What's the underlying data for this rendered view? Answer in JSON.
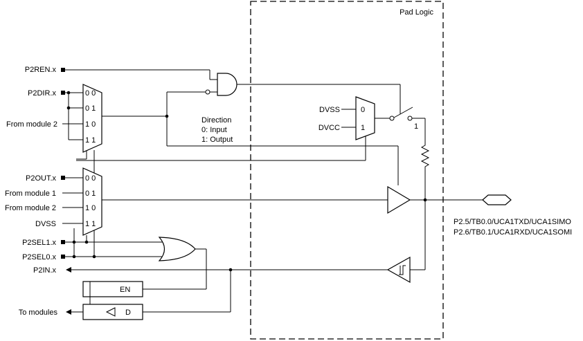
{
  "pad": {
    "title": "Pad Logic"
  },
  "signals": {
    "p2ren": "P2REN.x",
    "p2dir": "P2DIR.x",
    "from_module_2_dir": "From module 2",
    "p2out": "P2OUT.x",
    "from_module_1": "From module 1",
    "from_module_2_out": "From module 2",
    "dvss_out": "DVSS",
    "p2sel1": "P2SEL1.x",
    "p2sel0": "P2SEL0.x",
    "p2in": "P2IN.x",
    "to_modules": "To modules"
  },
  "mux_dir": {
    "inputs": [
      "0 0",
      "0 1",
      "1 0",
      "1 1"
    ]
  },
  "mux_out": {
    "inputs": [
      "0 0",
      "0 1",
      "1 0",
      "1 1"
    ]
  },
  "direction": {
    "title": "Direction",
    "line0": "0: Input",
    "line1": "1: Output"
  },
  "pull": {
    "dvss": "DVSS",
    "dvcc": "DVCC",
    "sel0": "0",
    "sel1": "1",
    "switch_label": "1"
  },
  "latch": {
    "en": "EN",
    "d": "D"
  },
  "pin_names": [
    "P2.5/TB0.0/UCA1TXD/UCA1SIMO",
    "P2.6/TB0.1/UCA1RXD/UCA1SOMI"
  ]
}
